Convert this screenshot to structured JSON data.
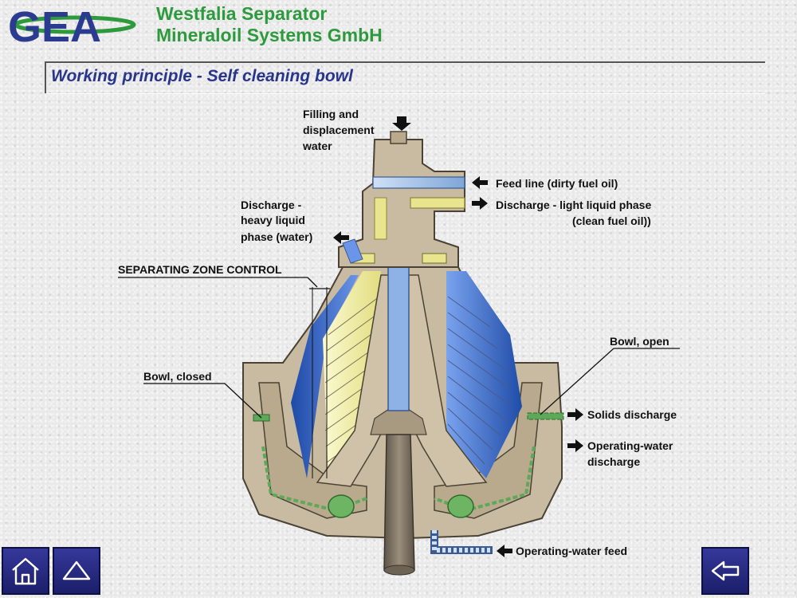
{
  "header": {
    "logo_text": "GEA",
    "company_line1": "Westfalia Separator",
    "company_line2": "Mineraloil Systems GmbH",
    "page_title": "Working principle - Self cleaning bowl"
  },
  "labels": {
    "filling_1": "Filling and",
    "filling_2": "displacement",
    "filling_3": "water",
    "feed_line": "Feed line (dirty fuel oil)",
    "discharge_light_1": "Discharge - light liquid phase",
    "discharge_light_2": "(clean fuel oil))",
    "discharge_heavy_1": "Discharge -",
    "discharge_heavy_2": "heavy liquid",
    "discharge_heavy_3": "phase (water)",
    "separating_zone": "SEPARATING ZONE CONTROL",
    "bowl_open": "Bowl, open",
    "bowl_closed": "Bowl, closed",
    "solids_discharge": "Solids discharge",
    "operating_water_1": "Operating-water",
    "operating_water_2": "discharge",
    "operating_water_feed": "Operating-water feed"
  },
  "nav": {
    "home_icon": "home-icon",
    "up_icon": "triangle-up-icon",
    "back_icon": "arrow-left-icon"
  },
  "colors": {
    "brand_blue": "#2b3b8f",
    "brand_green": "#2e9a3e",
    "bowl_body": "#c9bba1",
    "water_blue": "#3a6fd0",
    "oil_yellow": "#ecea9a"
  }
}
